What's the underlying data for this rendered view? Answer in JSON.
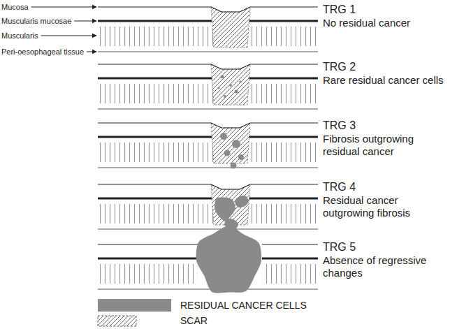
{
  "diagram": {
    "labels": [
      "Mucosa",
      "Muscularis mucosae",
      "Muscularis",
      "Peri-oesophageal tissue",
      "TRG 1",
      "No residual cancer",
      "TRG 2",
      "Rare residual cancer cells",
      "TRG 3",
      "Fibrosis outgrowing residual cancer",
      "TRG 4",
      "Residual cancer outgrowing fibrosis",
      "TRG 5",
      "Absence of regressive changes"
    ],
    "legend": [
      {
        "text": "RESIDUAL CANCER CELLS",
        "color": "#8a8a8a"
      },
      {
        "text": "SCAR"
      }
    ]
  }
}
